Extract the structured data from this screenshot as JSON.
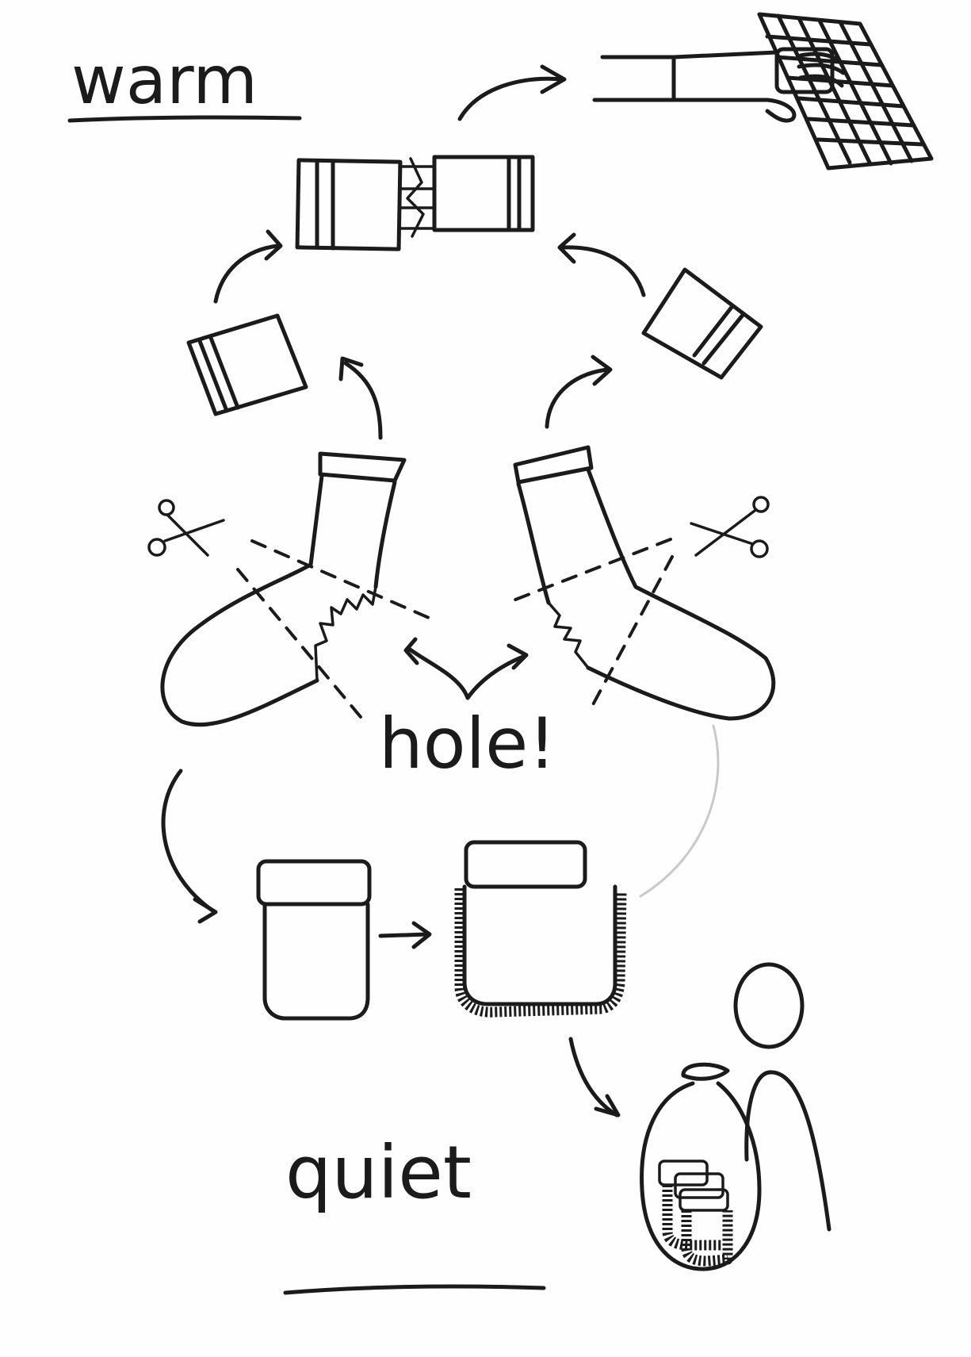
{
  "labels": {
    "top": "warm",
    "center": "hole!",
    "bottom": "quiet"
  },
  "icons": [
    "scissors-icon-left",
    "scissors-icon-right",
    "sock-left",
    "sock-right",
    "sewn-sock-tubes",
    "hand-on-keyboard",
    "jar-with-lid",
    "fuzzy-jar",
    "person-with-bag"
  ],
  "colors": {
    "ink": "#1b1b1b",
    "paper": "#fefefe",
    "faint": "#c9c9c9"
  }
}
